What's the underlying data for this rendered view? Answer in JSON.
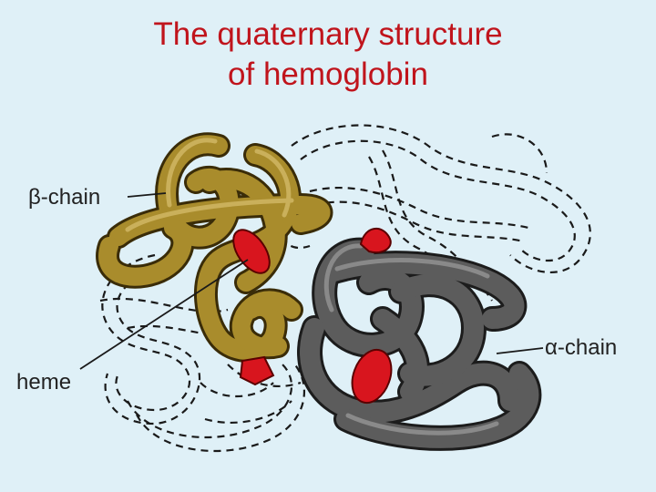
{
  "title": {
    "line1": "The quaternary structure",
    "line2": "of hemoglobin"
  },
  "labels": {
    "beta_chain": "β-chain",
    "heme": "heme",
    "alpha_chain": "α-chain"
  },
  "colors": {
    "background": "#dff0f7",
    "title": "#c0141c",
    "beta_chain": "#a98c2c",
    "alpha_chain": "#5c5c5c",
    "heme": "#d8151e",
    "outline_chains": "#1a1a1a"
  }
}
